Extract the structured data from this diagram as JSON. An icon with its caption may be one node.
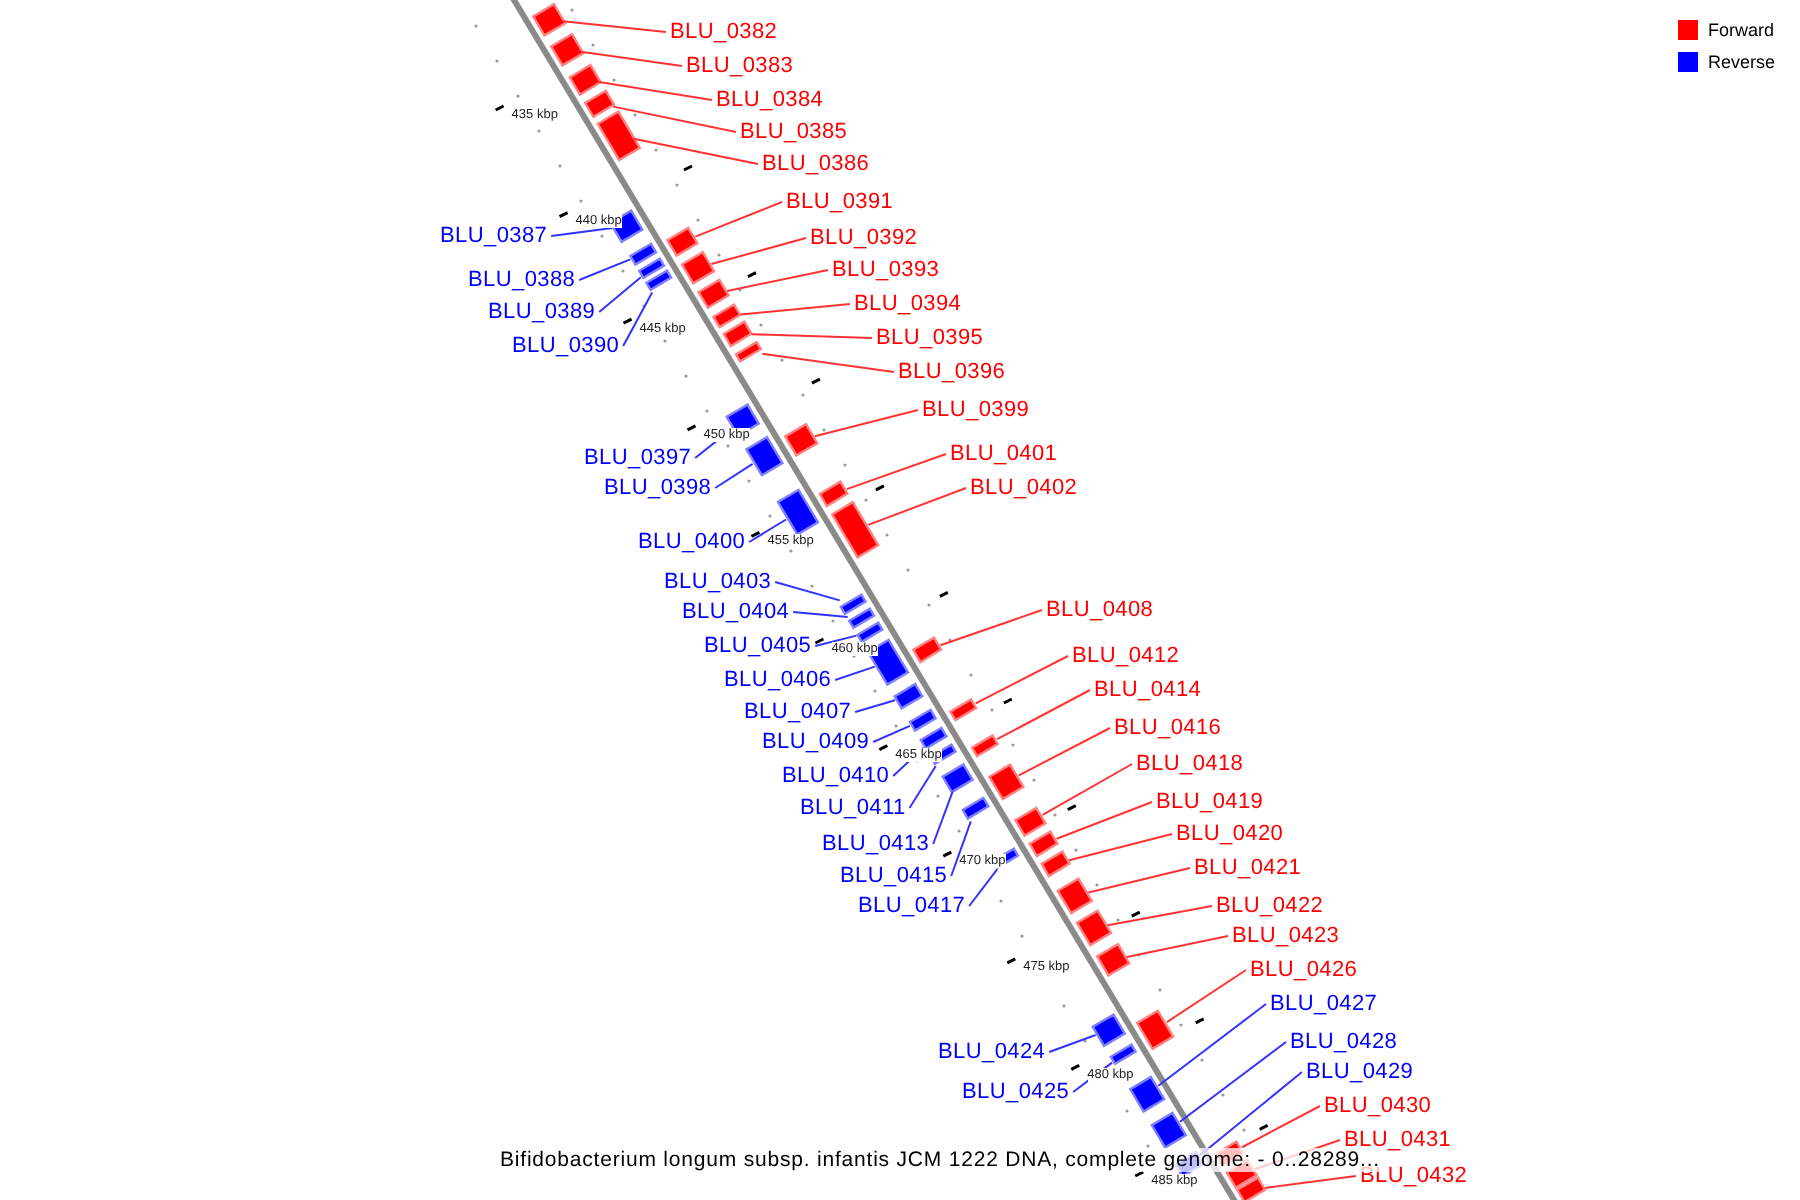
{
  "diagram": {
    "caption": "Bifidobacterium longum subsp. infantis JCM 1222 DNA, complete genome: - 0..28289...",
    "nodes": [
      {
        "text": [
          "BLU_0382"
        ]
      },
      {
        "text": [
          "BLU_0383"
        ]
      },
      {
        "text": [
          "BLU_0384"
        ]
      },
      {
        "text": [
          "BLU_0385"
        ]
      },
      {
        "text": [
          "BLU_0386"
        ]
      },
      {
        "text": [
          "BLU_0391"
        ]
      },
      {
        "text": [
          "BLU_0387"
        ]
      },
      {
        "text": [
          "BLU_0392"
        ]
      },
      {
        "text": [
          "BLU_0393"
        ]
      },
      {
        "text": [
          "BLU_0388"
        ]
      },
      {
        "text": [
          "BLU_0394"
        ]
      },
      {
        "text": [
          "BLU_0389"
        ]
      },
      {
        "text": [
          "BLU_0395"
        ]
      },
      {
        "text": [
          "BLU_0390"
        ]
      },
      {
        "text": [
          "BLU_0396"
        ]
      },
      {
        "text": [
          "BLU_0399"
        ]
      },
      {
        "text": [
          "BLU_0401"
        ]
      },
      {
        "text": [
          "BLU_0397"
        ]
      },
      {
        "text": [
          "BLU_0402"
        ]
      },
      {
        "text": [
          "BLU_0398"
        ]
      },
      {
        "text": [
          "BLU_0400"
        ]
      },
      {
        "text": [
          "BLU_0403"
        ]
      },
      {
        "text": [
          "BLU_0408"
        ]
      },
      {
        "text": [
          "BLU_0404"
        ]
      },
      {
        "text": [
          "BLU_0405"
        ]
      },
      {
        "text": [
          "BLU_0412"
        ]
      },
      {
        "text": [
          "BLU_0406"
        ]
      },
      {
        "text": [
          "BLU_0414"
        ]
      },
      {
        "text": [
          "BLU_0407"
        ]
      },
      {
        "text": [
          "BLU_0416"
        ]
      },
      {
        "text": [
          "BLU_0409"
        ]
      },
      {
        "text": [
          "BLU_0418"
        ]
      },
      {
        "text": [
          "BLU_0410"
        ]
      },
      {
        "text": [
          "BLU_0419"
        ]
      },
      {
        "text": [
          "BLU_0411"
        ]
      },
      {
        "text": [
          "BLU_0420"
        ]
      },
      {
        "text": [
          "BLU_0413"
        ]
      },
      {
        "text": [
          "BLU_0421"
        ]
      },
      {
        "text": [
          "BLU_0415"
        ]
      },
      {
        "text": [
          "BLU_0422"
        ]
      },
      {
        "text": [
          "BLU_0417"
        ]
      },
      {
        "text": [
          "BLU_0423"
        ]
      },
      {
        "text": [
          "BLU_0426"
        ]
      },
      {
        "text": [
          "BLU_0427"
        ]
      },
      {
        "text": [
          "BLU_0428"
        ]
      },
      {
        "text": [
          "BLU_0429"
        ]
      },
      {
        "text": [
          "BLU_0424"
        ]
      },
      {
        "text": [
          "BLU_0425"
        ]
      },
      {
        "text": [
          "BLU_0430"
        ]
      },
      {
        "text": [
          "BLU_0431"
        ]
      },
      {
        "text": [
          "BLU_0432"
        ]
      },
      {
        "text": [],
        "shape": "bar"
      },
      {
        "text": [],
        "shape": "bar"
      },
      {
        "text": [],
        "shape": "bar"
      },
      {
        "text": [],
        "shape": "bar"
      },
      {
        "text": [],
        "shape": "bar"
      },
      {
        "text": [],
        "shape": "bar"
      },
      {
        "text": [],
        "shape": "bar"
      },
      {
        "text": [],
        "shape": "bar"
      },
      {
        "text": [],
        "shape": "bar"
      },
      {
        "text": [],
        "shape": "bar"
      },
      {
        "text": [],
        "shape": "bar"
      },
      {
        "text": [],
        "shape": "bar"
      },
      {
        "text": [],
        "shape": "bar"
      },
      {
        "text": [],
        "shape": "bar"
      },
      {
        "text": [],
        "shape": "bar"
      },
      {
        "text": [],
        "shape": "bar"
      },
      {
        "text": [],
        "shape": "bar"
      },
      {
        "text": [],
        "shape": "bar"
      },
      {
        "text": [],
        "shape": "bar"
      },
      {
        "text": [],
        "shape": "bar"
      },
      {
        "text": [],
        "shape": "bar"
      },
      {
        "text": [],
        "shape": "bar"
      },
      {
        "text": [],
        "shape": "bar"
      },
      {
        "text": [],
        "shape": "bar"
      },
      {
        "text": [],
        "shape": "bar"
      },
      {
        "text": [],
        "shape": "bar"
      },
      {
        "text": [],
        "shape": "bar"
      },
      {
        "text": [],
        "shape": "bar"
      },
      {
        "text": [],
        "shape": "bar"
      },
      {
        "text": [],
        "shape": "bar"
      },
      {
        "text": [],
        "shape": "bar"
      },
      {
        "text": [],
        "shape": "bar"
      },
      {
        "text": [],
        "shape": "bar"
      },
      {
        "text": [],
        "shape": "bar"
      },
      {
        "text": [],
        "shape": "bar"
      },
      {
        "text": [],
        "shape": "bar"
      },
      {
        "text": [],
        "shape": "bar"
      },
      {
        "text": [],
        "shape": "bar"
      },
      {
        "text": [],
        "shape": "bar"
      },
      {
        "text": [],
        "shape": "bar"
      },
      {
        "text": [],
        "shape": "bar"
      },
      {
        "text": [],
        "shape": "bar"
      },
      {
        "text": [],
        "shape": "bar"
      },
      {
        "text": [],
        "shape": "bar"
      },
      {
        "text": [],
        "shape": "bar"
      },
      {
        "text": [],
        "shape": "bar"
      },
      {
        "text": [],
        "shape": "bar"
      },
      {
        "text": [],
        "shape": "bar"
      },
      {
        "text": [],
        "shape": "bar"
      },
      {
        "text": [],
        "shape": "bar"
      },
      {
        "text": [],
        "shape": "bar"
      }
    ],
    "edges": [
      {
        "from": 0,
        "to": 51,
        "arrow": "none"
      },
      {
        "from": 1,
        "to": 52,
        "arrow": "none"
      },
      {
        "from": 2,
        "to": 53,
        "arrow": "none"
      },
      {
        "from": 3,
        "to": 54,
        "arrow": "none"
      },
      {
        "from": 4,
        "to": 55,
        "arrow": "none"
      },
      {
        "from": 5,
        "to": 56,
        "arrow": "none"
      },
      {
        "from": 6,
        "to": 57,
        "arrow": "none",
        "color": "#3333ff"
      },
      {
        "from": 7,
        "to": 58,
        "arrow": "none"
      },
      {
        "from": 8,
        "to": 59,
        "arrow": "none"
      },
      {
        "from": 9,
        "to": 60,
        "arrow": "none",
        "color": "#3333ff"
      },
      {
        "from": 10,
        "to": 61,
        "arrow": "none"
      },
      {
        "from": 11,
        "to": 62,
        "arrow": "none",
        "color": "#3333ff"
      },
      {
        "from": 12,
        "to": 63,
        "arrow": "none"
      },
      {
        "from": 13,
        "to": 64,
        "arrow": "none",
        "color": "#3333ff"
      },
      {
        "from": 14,
        "to": 65,
        "arrow": "none"
      },
      {
        "from": 15,
        "to": 66,
        "arrow": "none"
      },
      {
        "from": 16,
        "to": 67,
        "arrow": "none"
      },
      {
        "from": 17,
        "to": 68,
        "arrow": "none",
        "color": "#3333ff"
      },
      {
        "from": 18,
        "to": 69,
        "arrow": "none"
      },
      {
        "from": 19,
        "to": 70,
        "arrow": "none",
        "color": "#3333ff"
      },
      {
        "from": 20,
        "to": 71,
        "arrow": "none",
        "color": "#3333ff"
      },
      {
        "from": 21,
        "to": 72,
        "arrow": "none",
        "color": "#3333ff"
      },
      {
        "from": 22,
        "to": 73,
        "arrow": "none"
      },
      {
        "from": 23,
        "to": 74,
        "arrow": "none",
        "color": "#3333ff"
      },
      {
        "from": 24,
        "to": 75,
        "arrow": "none",
        "color": "#3333ff"
      },
      {
        "from": 25,
        "to": 76,
        "arrow": "none"
      },
      {
        "from": 26,
        "to": 77,
        "arrow": "none",
        "color": "#3333ff"
      },
      {
        "from": 27,
        "to": 78,
        "arrow": "none"
      },
      {
        "from": 28,
        "to": 79,
        "arrow": "none",
        "color": "#3333ff"
      },
      {
        "from": 29,
        "to": 80,
        "arrow": "none"
      },
      {
        "from": 30,
        "to": 81,
        "arrow": "none",
        "color": "#3333ff"
      },
      {
        "from": 31,
        "to": 82,
        "arrow": "none"
      },
      {
        "from": 32,
        "to": 83,
        "arrow": "none",
        "color": "#3333ff"
      },
      {
        "from": 33,
        "to": 84,
        "arrow": "none"
      },
      {
        "from": 34,
        "to": 85,
        "arrow": "none",
        "color": "#3333ff"
      },
      {
        "from": 35,
        "to": 86,
        "arrow": "none"
      },
      {
        "from": 36,
        "to": 87,
        "arrow": "none",
        "color": "#3333ff"
      },
      {
        "from": 37,
        "to": 88,
        "arrow": "none"
      },
      {
        "from": 38,
        "to": 89,
        "arrow": "none",
        "color": "#3333ff"
      },
      {
        "from": 39,
        "to": 90,
        "arrow": "none"
      },
      {
        "from": 40,
        "to": 91,
        "arrow": "none",
        "color": "#3333ff"
      },
      {
        "from": 41,
        "to": 92,
        "arrow": "none"
      },
      {
        "from": 42,
        "to": 93,
        "arrow": "none"
      },
      {
        "from": 43,
        "to": 94,
        "arrow": "none",
        "color": "#3333ff"
      },
      {
        "from": 44,
        "to": 95,
        "arrow": "none",
        "color": "#3333ff"
      },
      {
        "from": 45,
        "to": 96,
        "arrow": "none",
        "color": "#3333ff"
      },
      {
        "from": 46,
        "to": 97,
        "arrow": "none",
        "color": "#3333ff"
      },
      {
        "from": 47,
        "to": 98,
        "arrow": "none",
        "color": "#3333ff"
      },
      {
        "from": 48,
        "to": 99,
        "arrow": "none"
      },
      {
        "from": 49,
        "to": 100,
        "arrow": "none"
      },
      {
        "from": 50,
        "to": 101,
        "arrow": "none"
      }
    ],
    "labels": [
      "435 kbp",
      "440 kbp",
      "445 kbp",
      "450 kbp",
      "455 kbp",
      "460 kbp",
      "465 kbp",
      "470 kbp",
      "475 kbp",
      "480 kbp",
      "485 kbp"
    ],
    "legend": [
      {
        "text": "Forward",
        "color": "#ff0000"
      },
      {
        "text": "Reverse",
        "color": "#0000ff"
      }
    ]
  }
}
